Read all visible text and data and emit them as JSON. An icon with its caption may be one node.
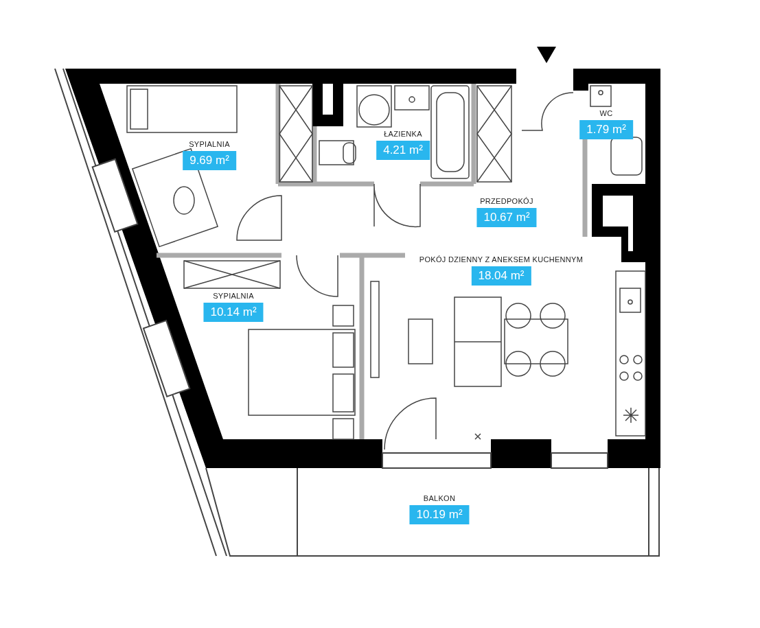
{
  "diagram": {
    "nodes": [
      {
        "text": [
          "SYPIALNIA",
          "9.69 m²"
        ]
      },
      {
        "text": [
          "ŁAZIENKA",
          "4.21 m²"
        ]
      },
      {
        "text": [
          "WC",
          "1.79 m²"
        ]
      },
      {
        "text": [
          "PRZEDPOKÓJ",
          "10.67 m²"
        ]
      },
      {
        "text": [
          "POKÓJ DZIENNY Z ANEKSEM KUCHENNYM",
          "18.04 m²"
        ]
      },
      {
        "text": [
          "SYPIALNIA",
          "10.14 m²"
        ]
      },
      {
        "text": [
          "BALKON",
          "10.19 m²"
        ]
      }
    ],
    "edges": []
  }
}
